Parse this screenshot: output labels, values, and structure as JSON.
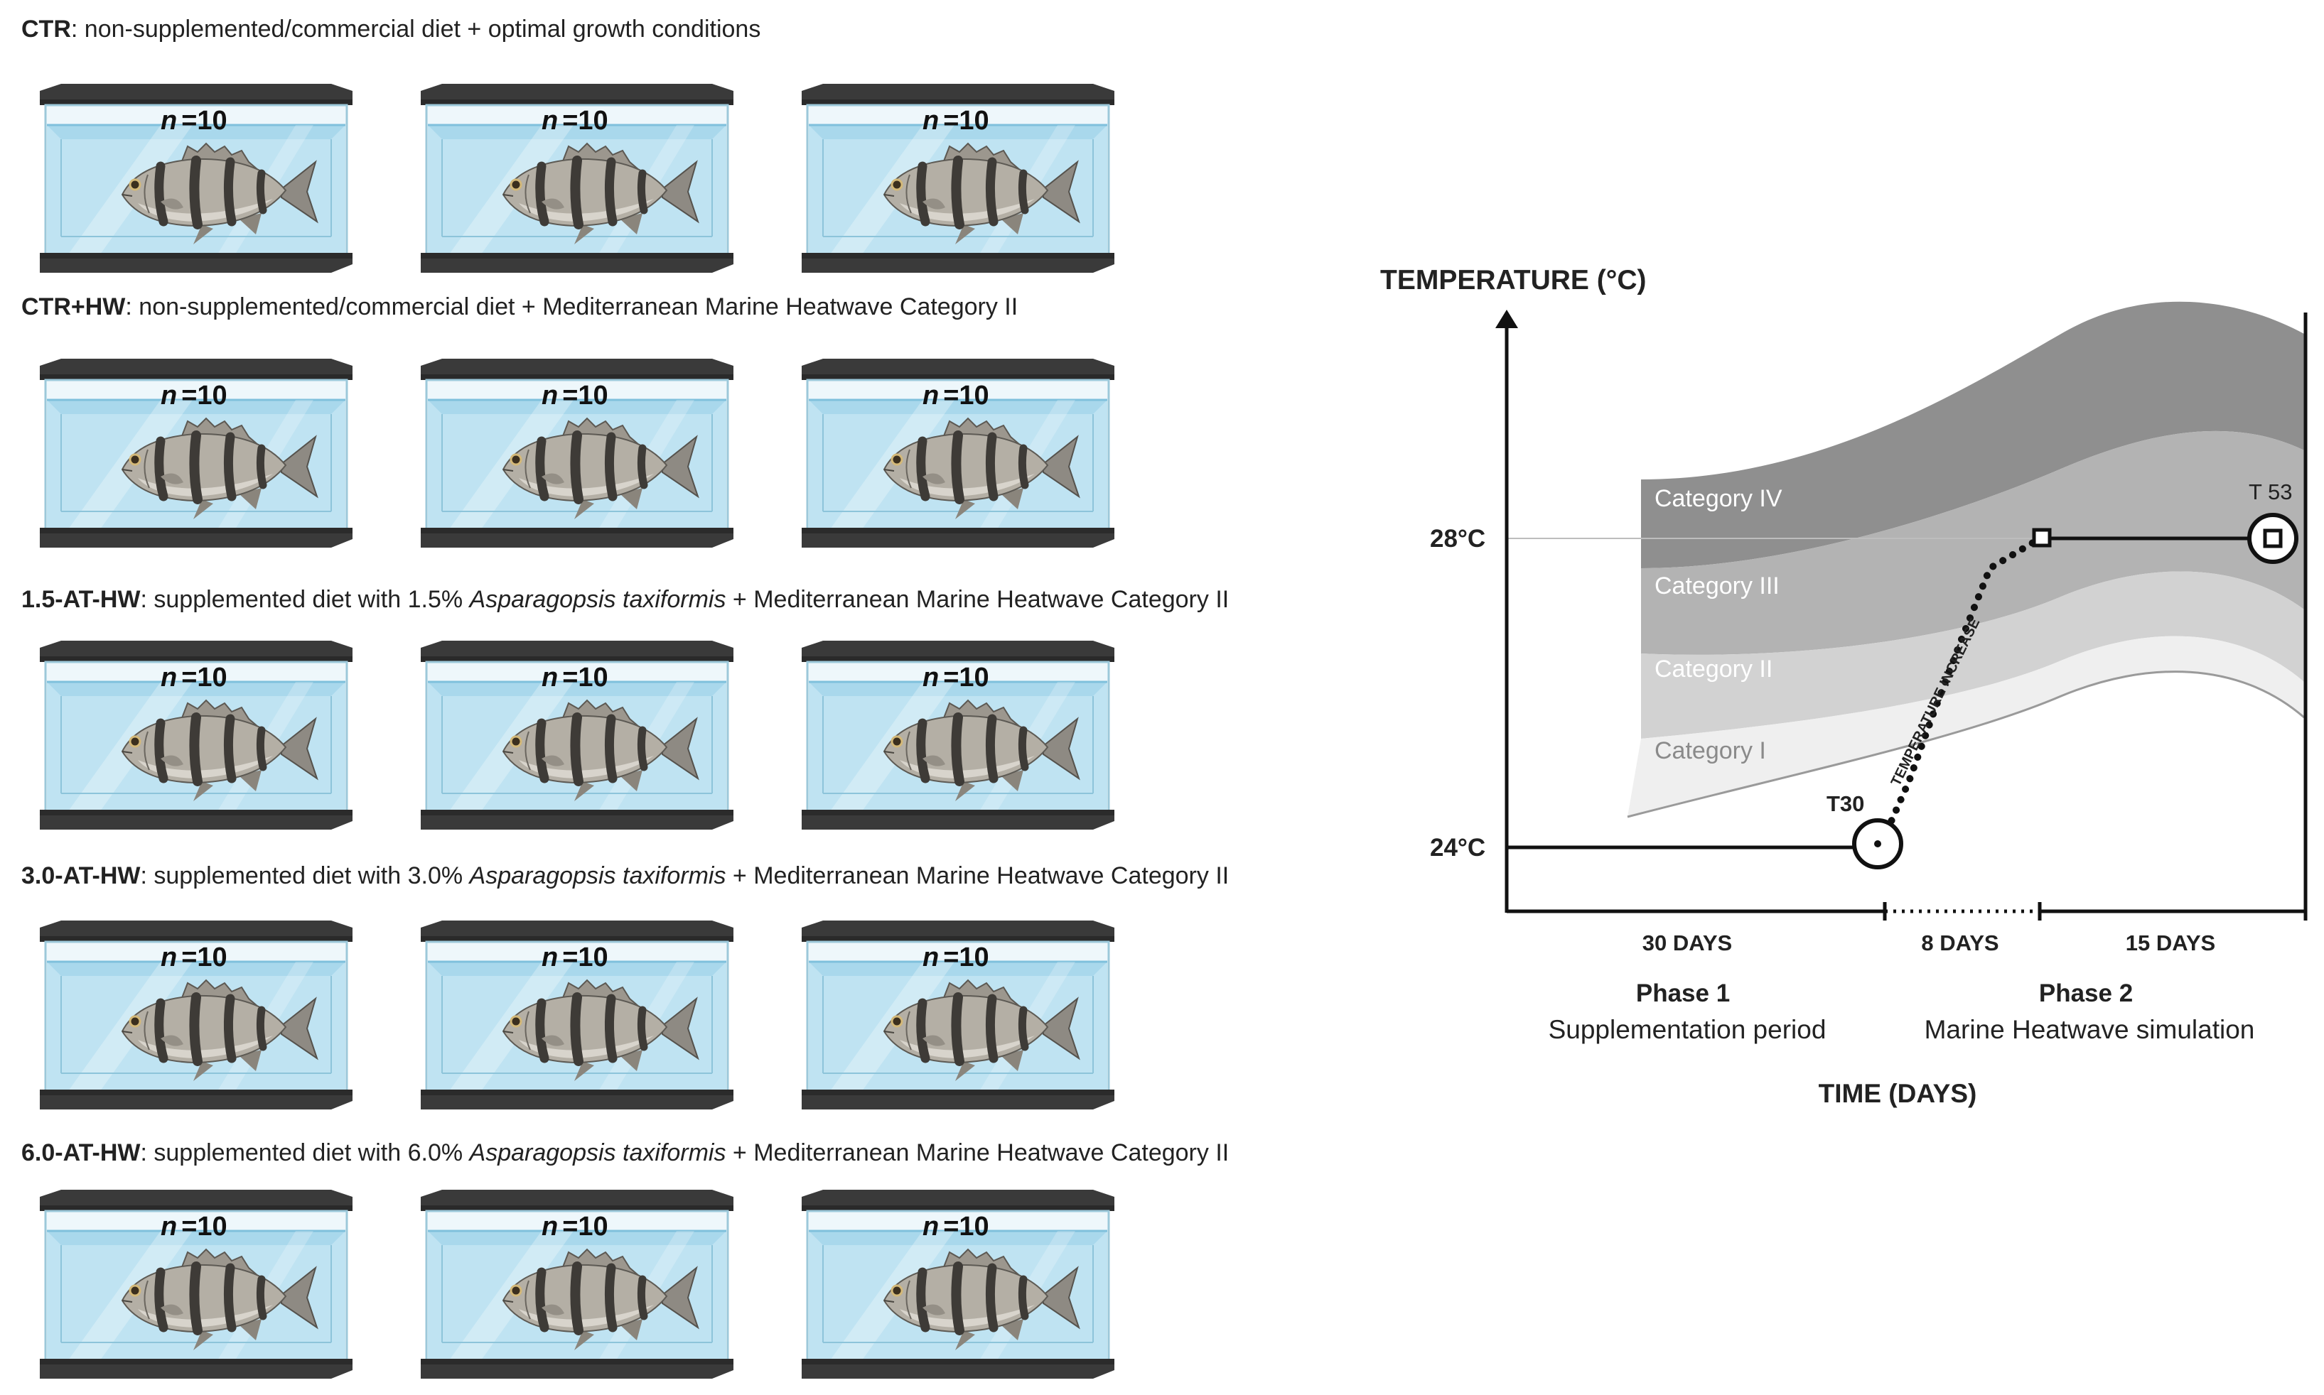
{
  "groups": [
    {
      "code": "CTR",
      "desc_plain": ": non-supplemented/commercial diet + optimal growth conditions",
      "desc_pre": "",
      "species": "",
      "desc_post": "",
      "tanks": [
        "n",
        "n",
        "n"
      ],
      "count_label": "=10"
    },
    {
      "code": "CTR+HW",
      "desc_plain": ": non-supplemented/commercial diet + Mediterranean Marine Heatwave Category II",
      "desc_pre": "",
      "species": "",
      "desc_post": "",
      "tanks": [
        "n",
        "n",
        "n"
      ],
      "count_label": "=10"
    },
    {
      "code": "1.5-AT-HW",
      "desc_plain": "",
      "desc_pre": ": supplemented diet with 1.5% ",
      "species": "Asparagopsis taxiformis",
      "desc_post": " + Mediterranean Marine Heatwave Category II",
      "tanks": [
        "n",
        "n",
        "n"
      ],
      "count_label": "=10"
    },
    {
      "code": "3.0-AT-HW",
      "desc_plain": "",
      "desc_pre": ": supplemented diet with 3.0% ",
      "species": "Asparagopsis taxiformis",
      "desc_post": " + Mediterranean Marine Heatwave Category II",
      "tanks": [
        "n",
        "n",
        "n"
      ],
      "count_label": "=10"
    },
    {
      "code": "6.0-AT-HW",
      "desc_plain": "",
      "desc_pre": ": supplemented diet with 6.0% ",
      "species": "Asparagopsis taxiformis",
      "desc_post": " + Mediterranean Marine Heatwave Category II",
      "tanks": [
        "n",
        "n",
        "n"
      ],
      "count_label": "=10"
    }
  ],
  "tank_n_symbol": "n",
  "diagram": {
    "y_axis_title": "TEMPERATURE (°C)",
    "x_axis_title": "TIME (DAYS)",
    "temp_high": "28°C",
    "temp_low": "24°C",
    "categories": [
      "Category IV",
      "Category III",
      "Category II",
      "Category I"
    ],
    "ramp_label": "TEMPERATURE INCREASE",
    "point_start": "T30",
    "point_end": "T 53",
    "durations": [
      "30 DAYS",
      "8 DAYS",
      "15 DAYS"
    ],
    "phase1_title": "Phase 1",
    "phase1_desc": "Supplementation period",
    "phase2_title": "Phase 2",
    "phase2_desc": "Marine Heatwave simulation",
    "colors": {
      "cat4": "#8f8f8f",
      "cat3": "#b3b3b3",
      "cat2": "#d2d2d2",
      "cat1": "#efefef",
      "line": "#111111"
    }
  },
  "icons": [
    "fish-tank-icon",
    "fish-icon",
    "timeline-start-icon",
    "timeline-end-icon"
  ]
}
